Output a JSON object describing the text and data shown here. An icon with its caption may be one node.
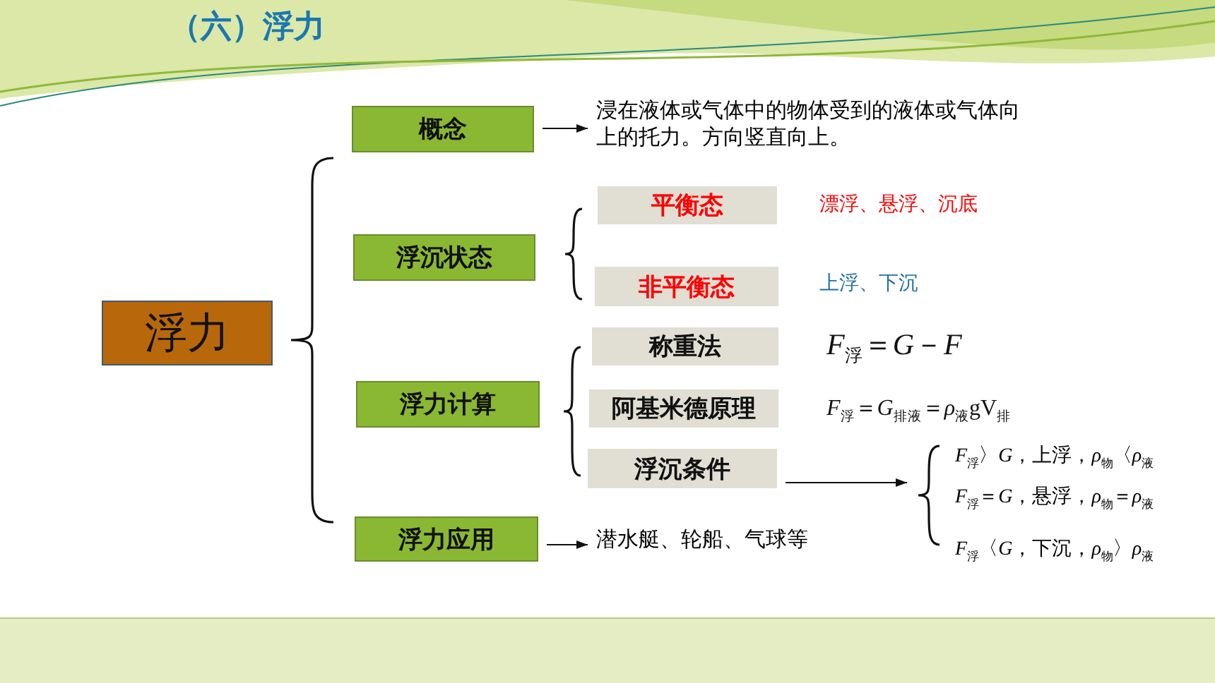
{
  "diagram": {
    "title": "（六）浮力",
    "nodes": [
      {
        "text": [
          "浮力"
        ]
      },
      {
        "text": [
          "概念"
        ]
      },
      {
        "text": [
          "浮沉状态"
        ]
      },
      {
        "text": [
          "平衡态"
        ],
        "beside": [
          "漂浮、悬浮、沉底"
        ]
      },
      {
        "text": [
          "非平衡态"
        ],
        "beside": [
          "上浮、下沉"
        ]
      },
      {
        "text": [
          "浮力计算"
        ]
      },
      {
        "text": [
          "称重法"
        ]
      },
      {
        "text": [
          "阿基米德原理"
        ]
      },
      {
        "text": [
          "浮沉条件"
        ]
      },
      {
        "text": [
          "浮力应用"
        ]
      },
      {
        "text": [
          "浸在液体或气体中的物体受到的液体或气体向上的托力。方向竖直向上。"
        ]
      },
      {
        "text": [
          "潜水艇、轮船、气球等"
        ]
      },
      {
        "text": [
          "*F*$_{浮}$〉*G*，上浮，*ρ*$_{物}$〈*ρ*$_{液}$",
          "*F*$_{浮}$＝*G*，悬浮，*ρ*$_{物}$＝*ρ*$_{液}$",
          "*F*$_{浮}$〈*G*，下沉，*ρ*$_{物}$〉*ρ*$_{液}$"
        ]
      }
    ],
    "labels": [
      "*F*$_{浮}$＝*G*－*F*",
      "*F*$_{浮}$＝*G*$_{排液}$＝*ρ*$_{液}$gV$_{排}$"
    ],
    "edges": [
      {
        "from": 1,
        "to": 10,
        "arrow": "to"
      },
      {
        "from": 9,
        "to": 11,
        "arrow": "to"
      },
      {
        "from": 8,
        "to": 12,
        "arrow": "to"
      }
    ]
  }
}
